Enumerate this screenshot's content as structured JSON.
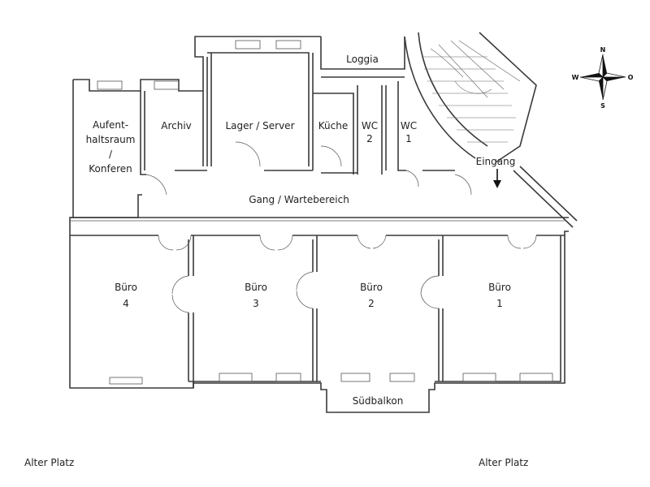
{
  "rooms": {
    "aufenthalt": [
      "Aufent-",
      "haltsraum",
      "/",
      "Konferen"
    ],
    "archiv": "Archiv",
    "lager": "Lager / Server",
    "kueche": "Küche",
    "wc2": [
      "WC",
      "2"
    ],
    "wc1": [
      "WC",
      "1"
    ],
    "loggia": "Loggia",
    "eingang": "Eingang",
    "gang": "Gang / Wartebereich",
    "buero4": [
      "Büro",
      "4"
    ],
    "buero3": [
      "Büro",
      "3"
    ],
    "buero2": [
      "Büro",
      "2"
    ],
    "buero1": [
      "Büro",
      "1"
    ],
    "suedbalkon": "Südbalkon"
  },
  "compass": {
    "n": "N",
    "s": "S",
    "w": "W",
    "o": "O"
  },
  "footer": {
    "left": "Alter Platz",
    "right": "Alter Platz"
  },
  "colors": {
    "wall": "#3a3a3a",
    "text": "#222222",
    "background": "#ffffff"
  }
}
